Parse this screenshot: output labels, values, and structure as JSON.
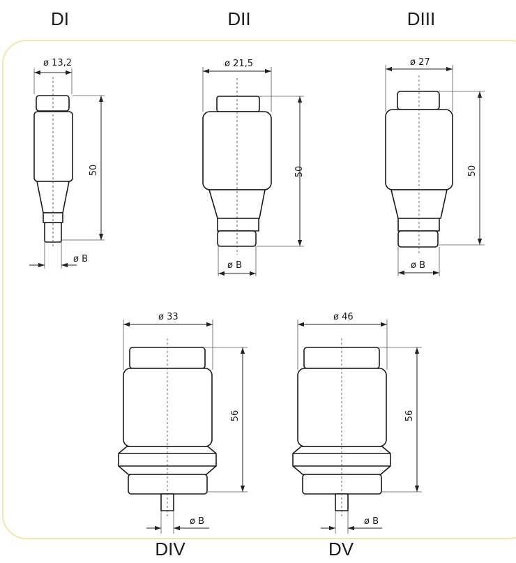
{
  "frame": {
    "border_color": "#f5e6a8"
  },
  "fuses": {
    "DI": {
      "name": "DI",
      "diameter": "ø 13,2",
      "height": "50",
      "bottom": "ø B"
    },
    "DII": {
      "name": "DII",
      "diameter": "ø 21,5",
      "height": "50",
      "bottom": "ø B"
    },
    "DIII": {
      "name": "DIII",
      "diameter": "ø  27",
      "height": "50",
      "bottom": "ø B"
    },
    "DIV": {
      "name": "DIV",
      "diameter": "ø 33",
      "height": "56",
      "bottom": "ø B"
    },
    "DV": {
      "name": "DV",
      "diameter": "ø 46",
      "height": "56",
      "bottom": "ø B"
    }
  }
}
